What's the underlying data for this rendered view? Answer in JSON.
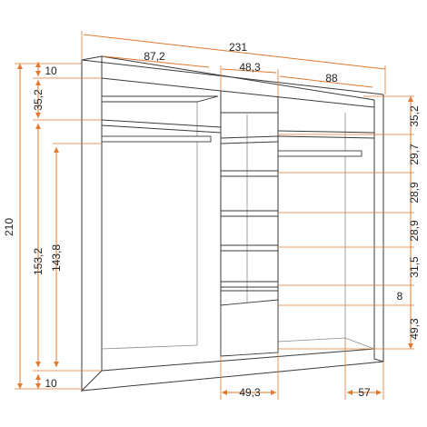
{
  "dimensions": {
    "total_width": "231",
    "left_section_width": "87,2",
    "middle_section_width": "48,3",
    "right_section_width": "88",
    "top_panel_height_left": "10",
    "bottom_plinth_height_left": "10",
    "total_height": "210",
    "inner_height_left": "153,2",
    "hanging_height_left": "143,8",
    "top_shelf_gap_left": "35,2",
    "top_shelf_gap_right": "35,2",
    "shelf_gap_1": "29,7",
    "shelf_gap_2": "28,9",
    "shelf_gap_3": "28,9",
    "shelf_gap_4": "31,5",
    "drawer_gap": "8",
    "drawer_height": "49,3",
    "bottom_middle_width": "49,3",
    "depth_right": "57"
  },
  "colors": {
    "dimension_lines": "#e07a2e",
    "cabinet_lines": "#3a3a3a",
    "text": "#222222"
  }
}
